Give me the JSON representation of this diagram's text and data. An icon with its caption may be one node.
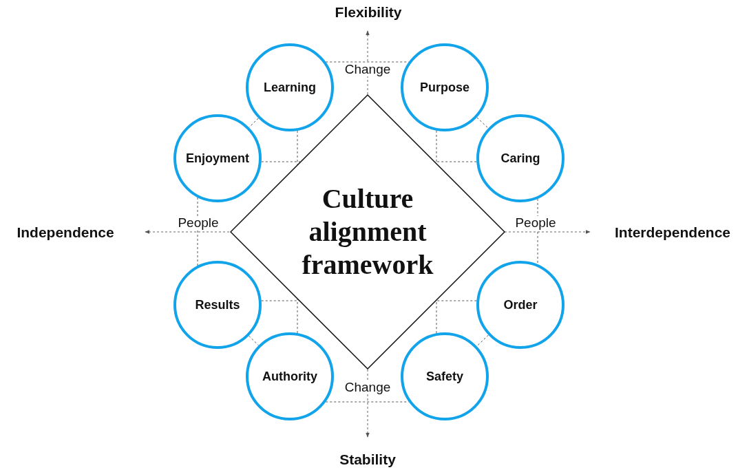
{
  "diagram": {
    "nodes": [
      {
        "text": [
          "Culture alignment framework"
        ]
      },
      {
        "text": [
          "Learning"
        ]
      },
      {
        "text": [
          "Purpose"
        ]
      },
      {
        "text": [
          "Enjoyment"
        ]
      },
      {
        "text": [
          "Caring"
        ]
      },
      {
        "text": [
          "Results"
        ]
      },
      {
        "text": [
          "Order"
        ]
      },
      {
        "text": [
          "Authority"
        ]
      },
      {
        "text": [
          "Safety"
        ]
      }
    ],
    "edges": [
      {
        "from": 1,
        "to": 2,
        "arrow": "none",
        "label": "Change",
        "style": "dashed"
      },
      {
        "from": 1,
        "to": 3,
        "arrow": "none",
        "style": "dashed"
      },
      {
        "from": 2,
        "to": 4,
        "arrow": "none",
        "style": "dashed"
      },
      {
        "from": 3,
        "to": 5,
        "arrow": "none",
        "label": "People",
        "style": "dashed"
      },
      {
        "from": 4,
        "to": 6,
        "arrow": "none",
        "label": "People",
        "style": "dashed"
      },
      {
        "from": 5,
        "to": 7,
        "arrow": "none",
        "style": "dashed"
      },
      {
        "from": 6,
        "to": 8,
        "arrow": "none",
        "style": "dashed"
      },
      {
        "from": 7,
        "to": 8,
        "arrow": "none",
        "label": "Change",
        "style": "dashed"
      },
      {
        "from": 1,
        "to": 0,
        "arrow": "none",
        "style": "dashed"
      },
      {
        "from": 3,
        "to": 0,
        "arrow": "none",
        "style": "dashed"
      },
      {
        "from": 2,
        "to": 0,
        "arrow": "none",
        "style": "dashed"
      },
      {
        "from": 4,
        "to": 0,
        "arrow": "none",
        "style": "dashed"
      },
      {
        "from": 5,
        "to": 0,
        "arrow": "none",
        "style": "dashed"
      },
      {
        "from": 7,
        "to": 0,
        "arrow": "none",
        "style": "dashed"
      },
      {
        "from": 6,
        "to": 0,
        "arrow": "none",
        "style": "dashed"
      },
      {
        "from": 8,
        "to": 0,
        "arrow": "none",
        "style": "dashed"
      }
    ],
    "labels": [
      "Flexibility",
      "Independence",
      "Interdependence",
      "Stability"
    ]
  }
}
